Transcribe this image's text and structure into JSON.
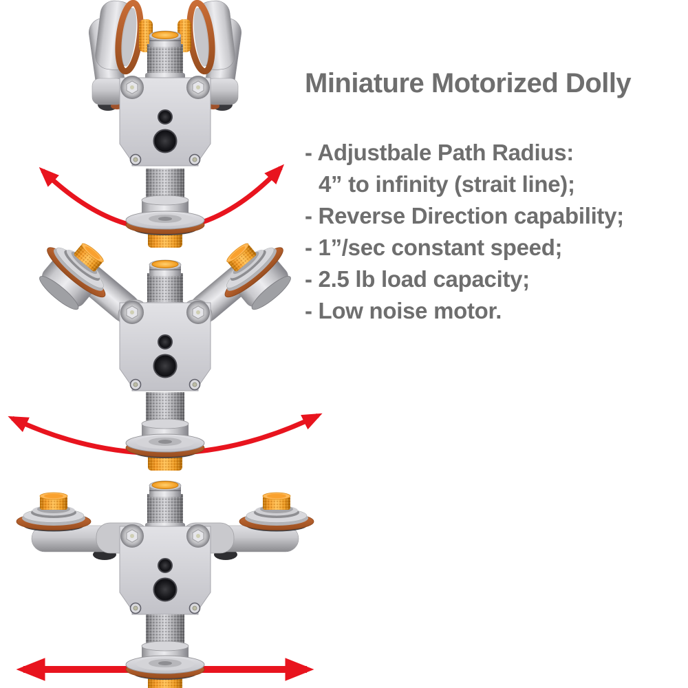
{
  "page": {
    "kind": "product-infographic",
    "background": "#ffffff"
  },
  "title": "Miniature Motorized Dolly",
  "features": [
    "- Adjustbale Path Radius:",
    "4” to infinity (strait line);",
    "- Reverse Direction capability;",
    "- 1”/sec constant speed;",
    "- 2.5 lb load capacity;",
    "- Low noise motor."
  ],
  "views": [
    {
      "id": "wheels-folded-narrow",
      "motion_arrow": "deep-curved-double-arrow"
    },
    {
      "id": "wheels-angled-45deg",
      "motion_arrow": "shallow-curved-double-arrow"
    },
    {
      "id": "wheels-flat-wide",
      "motion_arrow": "straight-double-arrow"
    }
  ],
  "colors": {
    "arrow_red": "#e8141e",
    "accent_orange": "#f49b28",
    "oring_rust": "#b05a2b",
    "metal_silver": "#c6c6ca",
    "text_gray": "#6e6e6e",
    "background": "#ffffff"
  }
}
